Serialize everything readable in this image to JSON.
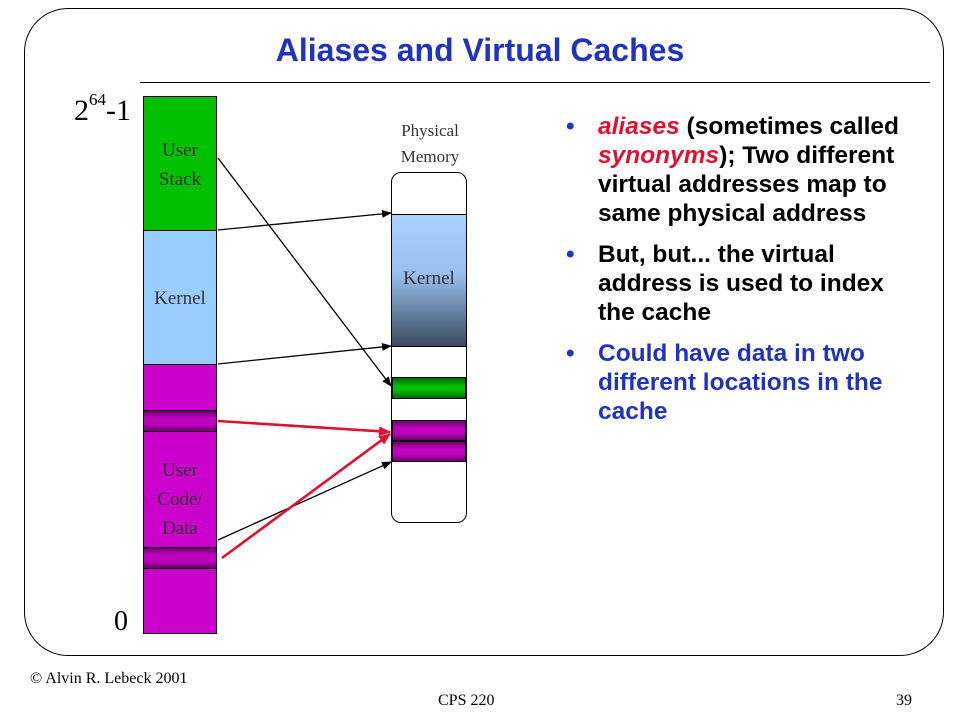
{
  "title": "Aliases and Virtual Caches",
  "virtual_space": {
    "top_address_base": "2",
    "top_address_exp": "64",
    "top_address_suffix": "-1",
    "bottom_address": "0",
    "segments": [
      {
        "label_lines": [
          "User",
          "Stack"
        ],
        "color": "#00c000"
      },
      {
        "label_lines": [
          "Kernel"
        ],
        "color": "#99ccff"
      },
      {
        "label_lines": [
          "User",
          "Code/",
          "Data"
        ],
        "color": "#cc00cc"
      }
    ]
  },
  "physical_memory": {
    "heading_lines": [
      "Physical",
      "Memory"
    ],
    "kernel_label": "Kernel"
  },
  "bullets": [
    {
      "parts": [
        {
          "text": "aliases",
          "style": "red-it"
        },
        {
          "text": " (sometimes called ",
          "style": ""
        },
        {
          "text": "synonyms",
          "style": "red-it"
        },
        {
          "text": "); Two different virtual addresses map  to same physical address",
          "style": ""
        }
      ]
    },
    {
      "parts": [
        {
          "text": "But, but... the virtual address is used to index the cache",
          "style": ""
        }
      ]
    },
    {
      "parts": [
        {
          "text": "Could have data in two different locations in the cache",
          "style": "blue"
        }
      ]
    }
  ],
  "footer": {
    "copyright": "© Alvin R. Lebeck 2001",
    "course": "CPS 220",
    "page": "39"
  },
  "colors": {
    "title": "#2233bb",
    "alias_arrow": "#e01030",
    "highlight": "#e01030",
    "bullet_blue": "#2233bb"
  }
}
